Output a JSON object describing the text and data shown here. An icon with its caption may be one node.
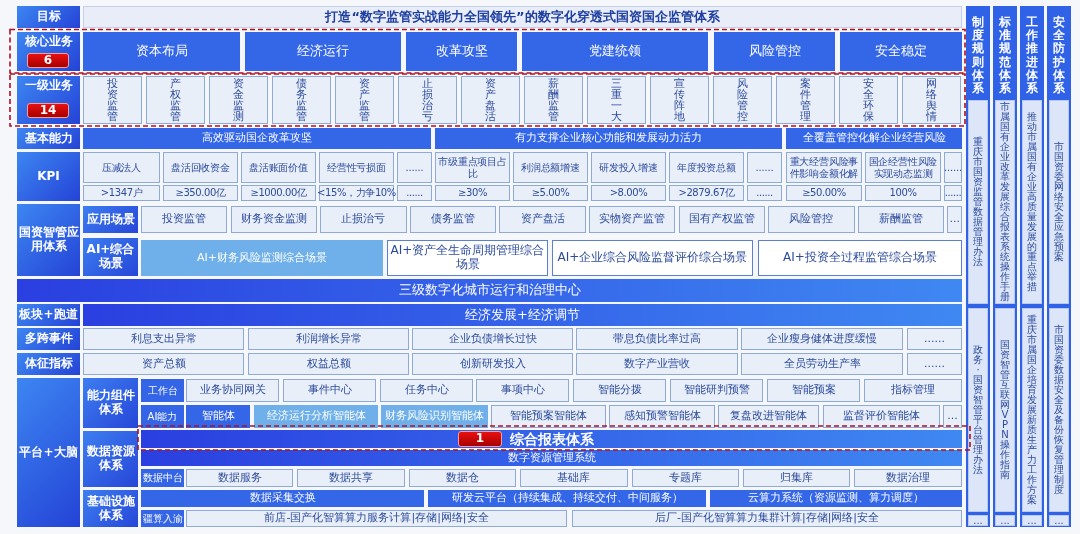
{
  "diagram": {
    "nodes": [
      {
        "text": [
          "目标"
        ]
      },
      {
        "text": [
          "打造“数字监管实战能力全国领先”的数字化穿透式国资国企监管体系"
        ]
      },
      {
        "text": [
          "核心业务"
        ]
      },
      {
        "text": [
          "6"
        ],
        "in": 2
      },
      {
        "text": [
          "资本布局"
        ]
      },
      {
        "text": [
          "经济运行"
        ]
      },
      {
        "text": [
          "改革攻坚"
        ]
      },
      {
        "text": [
          "党建统领"
        ]
      },
      {
        "text": [
          "风险管控"
        ]
      },
      {
        "text": [
          "安全稳定"
        ]
      },
      {
        "text": [
          "一级业务"
        ]
      },
      {
        "text": [
          "14"
        ],
        "in": 10
      },
      {
        "text": [
          "投资监管"
        ]
      },
      {
        "text": [
          "产权监管"
        ]
      },
      {
        "text": [
          "资金监测"
        ]
      },
      {
        "text": [
          "债务监管"
        ]
      },
      {
        "text": [
          "资产监管"
        ]
      },
      {
        "text": [
          "止损治亏"
        ]
      },
      {
        "text": [
          "资产盘活"
        ]
      },
      {
        "text": [
          "薪酬监管"
        ]
      },
      {
        "text": [
          "三重一大"
        ]
      },
      {
        "text": [
          "宣传阵地"
        ]
      },
      {
        "text": [
          "风险管控"
        ]
      },
      {
        "text": [
          "案件管理"
        ]
      },
      {
        "text": [
          "安全环保"
        ]
      },
      {
        "text": [
          "网络舆情"
        ]
      },
      {
        "text": [
          "基本能力"
        ]
      },
      {
        "text": [
          "高效驱动国企改革攻坚"
        ]
      },
      {
        "text": [
          "有力支撑企业核心功能和发展动力活力"
        ]
      },
      {
        "text": [
          "全覆盖管控化解企业经营风险"
        ]
      },
      {
        "text": [
          "KPI"
        ]
      },
      {
        "text": [
          "压减法人"
        ]
      },
      {
        "text": [
          ">1347户"
        ]
      },
      {
        "text": [
          "盘活回收资金"
        ]
      },
      {
        "text": [
          "≥350.00亿"
        ]
      },
      {
        "text": [
          "盘活账面价值"
        ]
      },
      {
        "text": [
          "≥1000.00亿"
        ]
      },
      {
        "text": [
          "经营性亏损面"
        ]
      },
      {
        "text": [
          "<15%，力争10%"
        ]
      },
      {
        "text": [
          "......"
        ]
      },
      {
        "text": [
          "......"
        ]
      },
      {
        "text": [
          "市级重点项目占比"
        ]
      },
      {
        "text": [
          "≥30%"
        ]
      },
      {
        "text": [
          "利润总额增速"
        ]
      },
      {
        "text": [
          "≥5.00%"
        ]
      },
      {
        "text": [
          "研发投入增速"
        ]
      },
      {
        "text": [
          ">8.00%"
        ]
      },
      {
        "text": [
          "年度投资总额"
        ]
      },
      {
        "text": [
          ">2879.67亿"
        ]
      },
      {
        "text": [
          "......"
        ]
      },
      {
        "text": [
          "......"
        ]
      },
      {
        "text": [
          "重大经营风险事件影响金额化解"
        ]
      },
      {
        "text": [
          "≥50.00%"
        ]
      },
      {
        "text": [
          "国企经营性风险实现动态监测"
        ]
      },
      {
        "text": [
          "100%"
        ]
      },
      {
        "text": [
          "......"
        ]
      },
      {
        "text": [
          "......"
        ]
      },
      {
        "text": [
          "国资智管应用体系"
        ]
      },
      {
        "text": [
          "应用场景"
        ]
      },
      {
        "text": [
          "投资监管"
        ]
      },
      {
        "text": [
          "财务资金监测"
        ]
      },
      {
        "text": [
          "止损治亏"
        ]
      },
      {
        "text": [
          "债务监管"
        ]
      },
      {
        "text": [
          "资产盘活"
        ]
      },
      {
        "text": [
          "实物资产监管"
        ]
      },
      {
        "text": [
          "国有产权监管"
        ]
      },
      {
        "text": [
          "风险管控"
        ]
      },
      {
        "text": [
          "薪酬监管"
        ]
      },
      {
        "text": [
          "..."
        ]
      },
      {
        "text": [
          "AI+综合场景"
        ]
      },
      {
        "text": [
          "AI+财务风险监测综合场景"
        ]
      },
      {
        "text": [
          "AI+资产全生命周期管理综合场景"
        ]
      },
      {
        "text": [
          "AI+企业综合风险监督评价综合场景"
        ]
      },
      {
        "text": [
          "AI+投资全过程监管综合场景"
        ]
      },
      {
        "text": [
          "三级数字化城市运行和治理中心"
        ]
      },
      {
        "text": [
          "板块+跑道"
        ]
      },
      {
        "text": [
          "经济发展+经济调节"
        ]
      },
      {
        "text": [
          "多跨事件"
        ]
      },
      {
        "text": [
          "利息支出异常"
        ]
      },
      {
        "text": [
          "利润增长异常"
        ]
      },
      {
        "text": [
          "企业负债增长过快"
        ]
      },
      {
        "text": [
          "带息负债比率过高"
        ]
      },
      {
        "text": [
          "企业瘦身健体进度缓慢"
        ]
      },
      {
        "text": [
          "......"
        ]
      },
      {
        "text": [
          "体征指标"
        ]
      },
      {
        "text": [
          "资产总额"
        ]
      },
      {
        "text": [
          "权益总额"
        ]
      },
      {
        "text": [
          "创新研发投入"
        ]
      },
      {
        "text": [
          "数字产业营收"
        ]
      },
      {
        "text": [
          "全员劳动生产率"
        ]
      },
      {
        "text": [
          "......"
        ]
      },
      {
        "text": [
          "平台+大脑"
        ]
      },
      {
        "text": [
          "能力组件体系"
        ]
      },
      {
        "text": [
          "工作台"
        ]
      },
      {
        "text": [
          "业务协同网关"
        ]
      },
      {
        "text": [
          "事件中心"
        ]
      },
      {
        "text": [
          "任务中心"
        ]
      },
      {
        "text": [
          "事项中心"
        ]
      },
      {
        "text": [
          "智能分拨"
        ]
      },
      {
        "text": [
          "智能研判预警"
        ]
      },
      {
        "text": [
          "智能预案"
        ]
      },
      {
        "text": [
          "指标管理"
        ]
      },
      {
        "text": [
          "AI能力"
        ]
      },
      {
        "text": [
          "智能体"
        ]
      },
      {
        "text": [
          "经济运行分析智能体"
        ]
      },
      {
        "text": [
          "财务风险识别智能体"
        ]
      },
      {
        "text": [
          "智能预案智能体"
        ]
      },
      {
        "text": [
          "感知预警智能体"
        ]
      },
      {
        "text": [
          "复盘改进智能体"
        ]
      },
      {
        "text": [
          "监督评价智能体"
        ]
      },
      {
        "text": [
          "..."
        ]
      },
      {
        "text": [
          "数据资源体系"
        ]
      },
      {
        "text": [
          "综合报表体系"
        ]
      },
      {
        "text": [
          "1"
        ],
        "in": 112
      },
      {
        "text": [
          "数字资源管理系统"
        ]
      },
      {
        "text": [
          "数据中台"
        ]
      },
      {
        "text": [
          "数据服务"
        ]
      },
      {
        "text": [
          "数据共享"
        ]
      },
      {
        "text": [
          "数据仓"
        ]
      },
      {
        "text": [
          "基础库"
        ]
      },
      {
        "text": [
          "专题库"
        ]
      },
      {
        "text": [
          "归集库"
        ]
      },
      {
        "text": [
          "数据治理"
        ]
      },
      {
        "text": [
          "基础设施体系"
        ]
      },
      {
        "text": [
          "数据采集交换"
        ]
      },
      {
        "text": [
          "研发云平台（持续集成、持续交付、中间服务）"
        ]
      },
      {
        "text": [
          "云算力系统（资源监测、算力调度）"
        ]
      },
      {
        "text": [
          "疆算入渝"
        ]
      },
      {
        "text": [
          "前店-国产化智算算力服务计算|存储|网络|安全"
        ]
      },
      {
        "text": [
          "后厂-国产化智算算力集群计算|存储|网络|安全"
        ]
      },
      {
        "text": [
          "制度规则体系"
        ]
      },
      {
        "text": [
          "重庆市国资监管数据管理办法"
        ],
        "in": 130
      },
      {
        "text": [
          "政务·国资智管平台管理办法"
        ],
        "in": 130
      },
      {
        "text": [
          "..."
        ],
        "in": 130
      },
      {
        "text": [
          "标准规范体系"
        ]
      },
      {
        "text": [
          "市属国有企业改革发展综合报表系统操作手册"
        ],
        "in": 134
      },
      {
        "text": [
          "国资智管互联网VPN操作指南"
        ],
        "in": 134
      },
      {
        "text": [
          "..."
        ],
        "in": 134
      },
      {
        "text": [
          "工作推进体系"
        ]
      },
      {
        "text": [
          "推动市属国有企业高质量发展的重点举措"
        ],
        "in": 138
      },
      {
        "text": [
          "重庆市属国企培育发展新质生产力工作方案"
        ],
        "in": 138
      },
      {
        "text": [
          "..."
        ],
        "in": 138
      },
      {
        "text": [
          "安全防护体系"
        ]
      },
      {
        "text": [
          "市国资委网络安全应急预案"
        ],
        "in": 142
      },
      {
        "text": [
          "市国资委数据安全及备份恢复管理制度"
        ],
        "in": 142
      },
      {
        "text": [
          "..."
        ],
        "in": 142
      }
    ]
  }
}
